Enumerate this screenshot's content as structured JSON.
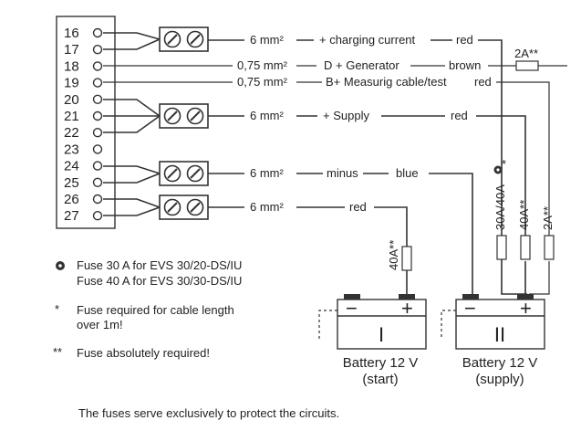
{
  "terminals": [
    "16",
    "17",
    "18",
    "19",
    "20",
    "21",
    "22",
    "23",
    "24",
    "25",
    "26",
    "27"
  ],
  "wires": {
    "w1": {
      "size": "6 mm²",
      "signal": "+ charging current",
      "color": "red"
    },
    "w2": {
      "size": "0,75 mm²",
      "signal": "D + Generator",
      "color": "brown"
    },
    "w3": {
      "size": "0,75 mm²",
      "signal": "B+ Measurig cable/test",
      "color": "red"
    },
    "w4": {
      "size": "6 mm²",
      "signal": "+ Supply",
      "color": "red"
    },
    "w5": {
      "size": "6 mm²",
      "signal": "minus",
      "color": "blue"
    },
    "w6": {
      "size": "6 mm²",
      "color": "red"
    }
  },
  "fuses": {
    "f_top": "2A**",
    "f_a": "30A/40A",
    "f_a_mark": "*",
    "f_b": "40A**",
    "f_c": "2A**",
    "f_start": "40A**"
  },
  "batteries": {
    "start": {
      "numeral": "I",
      "minus": "−",
      "plus": "+",
      "label1": "Battery 12 V",
      "label2": "(start)"
    },
    "supply": {
      "numeral": "II",
      "minus": "−",
      "plus": "+",
      "label1": "Battery 12 V",
      "label2": "(supply)"
    }
  },
  "legend": {
    "line1": "Fuse 30 A for EVS 30/20-DS/IU",
    "line2": "Fuse 40 A for EVS 30/30-DS/IU",
    "star_mark": "*",
    "star1": "Fuse required for cable length",
    "star2": "over 1m!",
    "dstar_mark": "**",
    "dstar": "Fuse absolutely required!"
  },
  "footer": "The fuses serve exclusively to protect the circuits."
}
